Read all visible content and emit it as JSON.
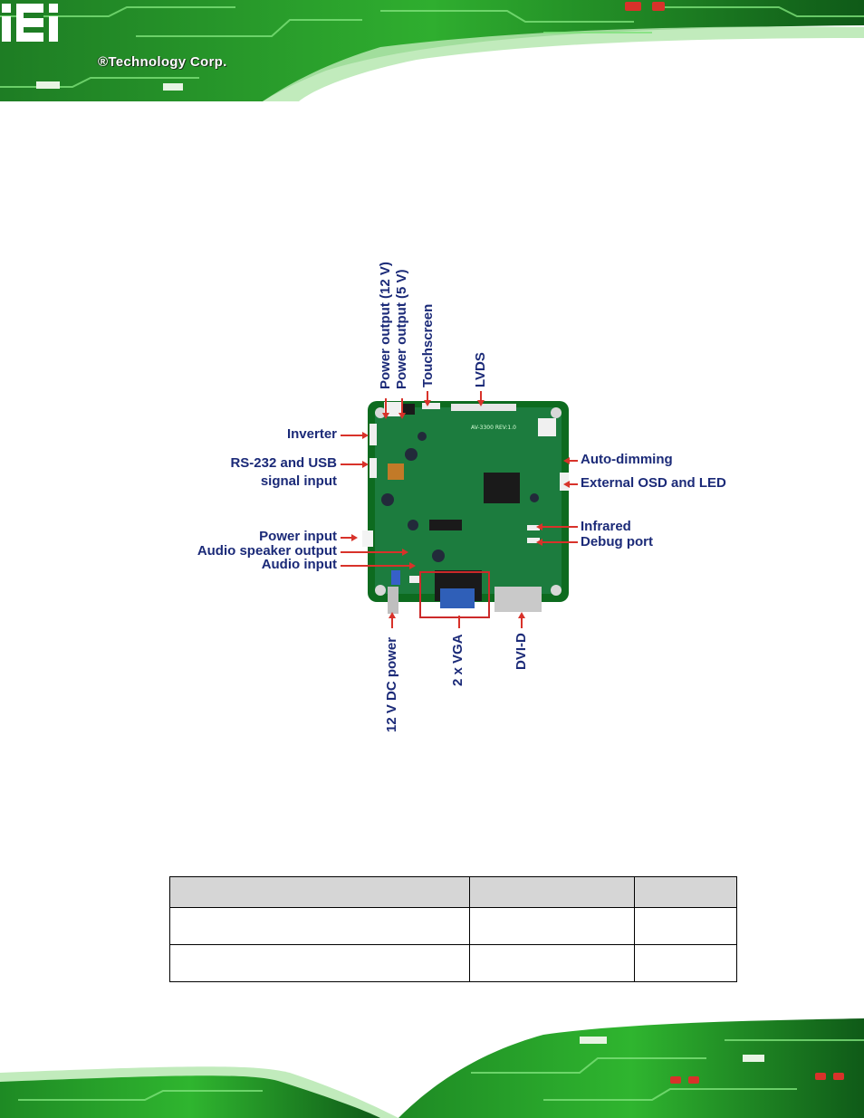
{
  "header": {
    "brand_name": "®Technology Corp.",
    "logo": "iEi-logo",
    "accent_color": "#38c838",
    "board_color": "#0d6b1f"
  },
  "figure": {
    "labels_top": {
      "power_12v": "Power output (12 V)",
      "power_5v": "Power output (5 V)",
      "touchscreen": "Touchscreen",
      "lvds": "LVDS"
    },
    "labels_left": {
      "inverter": "Inverter",
      "rs232_line1": "RS-232 and USB",
      "rs232_line2": "signal input",
      "power_input": "Power input",
      "audio_speaker": "Audio speaker output",
      "audio_input": "Audio input"
    },
    "labels_right": {
      "auto_dimming": "Auto-dimming",
      "external_osd": "External OSD and LED",
      "infrared": "Infrared",
      "debug_port": "Debug port"
    },
    "labels_bottom": {
      "dc_power": "12 V DC power",
      "vga": "2 x VGA",
      "dvi": "DVI-D"
    },
    "board_silkscreen": "AV-3300 REV:1.0",
    "label_color": "#1b2a78",
    "arrow_color": "#d8322a"
  },
  "table": {
    "rows": [
      [
        "",
        "",
        ""
      ],
      [
        "",
        "",
        ""
      ],
      [
        "",
        "",
        ""
      ]
    ],
    "header_bg": "#d6d6d6"
  }
}
